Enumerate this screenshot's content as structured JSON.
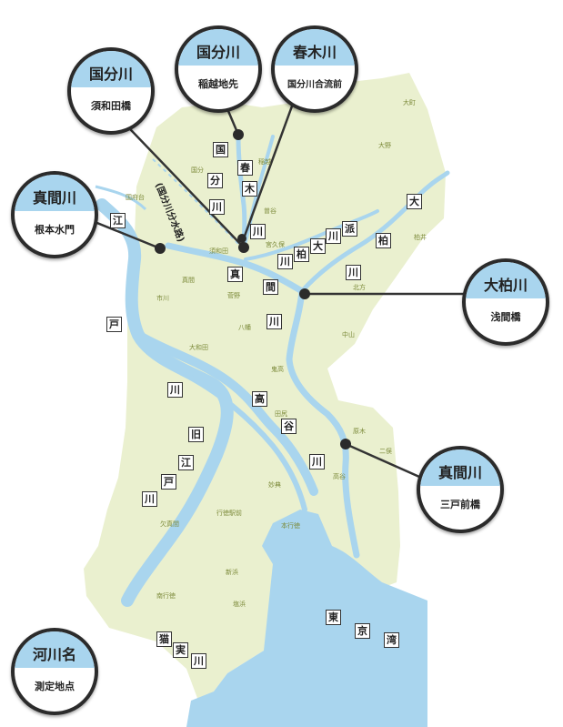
{
  "colors": {
    "land": "#eaf0cf",
    "water": "#a9d5ee",
    "line": "#333333",
    "place_text": "#7c8a3a"
  },
  "badges": [
    {
      "id": "kokubun-sugawa",
      "river": "国分川",
      "point": "須和田橋"
    },
    {
      "id": "kokubun-inakoshi",
      "river": "国分川",
      "point": "稲越地先"
    },
    {
      "id": "haruki",
      "river": "春木川",
      "point": "国分川合流前"
    },
    {
      "id": "mama-nemoto",
      "river": "真間川",
      "point": "根本水門"
    },
    {
      "id": "ookashiwa",
      "river": "大柏川",
      "point": "浅間橋"
    },
    {
      "id": "mama-sannoheb",
      "river": "真間川",
      "point": "三戸前橋"
    },
    {
      "id": "legend",
      "river": "河川名",
      "point": "測定地点"
    }
  ],
  "river_glyphs": {
    "kokubun": [
      "国",
      "分",
      "川"
    ],
    "haruki": [
      "春",
      "木",
      "川"
    ],
    "mama": [
      "真",
      "間",
      "川"
    ],
    "ookashiwa": [
      "大",
      "柏",
      "川"
    ],
    "ookashiwa_east": [
      "大",
      "柏",
      "川"
    ],
    "hashi": [
      "派",
      "川"
    ],
    "edogawa": [
      "江",
      "戸"
    ],
    "koya": [
      "高",
      "谷",
      "川"
    ],
    "kyuedo": [
      "旧",
      "江",
      "戸",
      "川"
    ],
    "neko": [
      "猫",
      "実",
      "川"
    ],
    "bay": [
      "東",
      "京",
      "湾"
    ]
  },
  "canal_label": "(国分川分水路)",
  "places": [
    "大町",
    "大野",
    "稲越",
    "曽谷",
    "国分",
    "国府台",
    "須和田",
    "宮久保",
    "柏井",
    "真間",
    "市川",
    "菅野",
    "北方",
    "八幡",
    "大和田",
    "中山",
    "鬼高",
    "田尻",
    "原木",
    "二俣",
    "高谷",
    "妙典",
    "行徳駅前",
    "本行徳",
    "欠真間",
    "新浜",
    "南行徳",
    "塩浜"
  ]
}
